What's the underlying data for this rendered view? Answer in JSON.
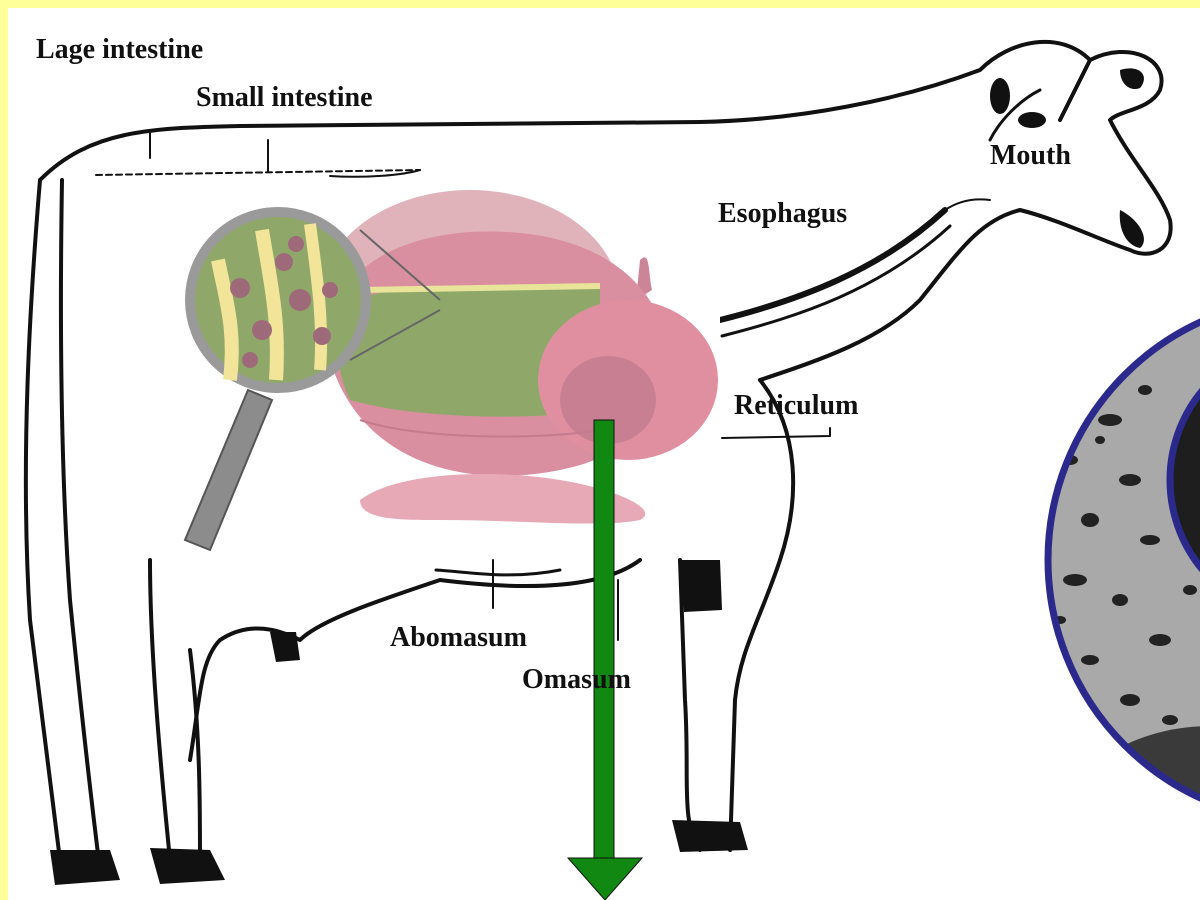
{
  "labels": {
    "large_intestine": "Lage intestine",
    "small_intestine": "Small intestine",
    "mouth": "Mouth",
    "esophagus": "Esophagus",
    "reticulum": "Reticulum",
    "abomasum": "Abomasum",
    "omasum": "Omasum"
  },
  "colors": {
    "background": "#ffff99",
    "arrow": "#118811",
    "rumen": "#d98f9f",
    "rumen_contents": "#8fa86a",
    "circle_border": "#2b2a8c",
    "outline": "#111111"
  }
}
